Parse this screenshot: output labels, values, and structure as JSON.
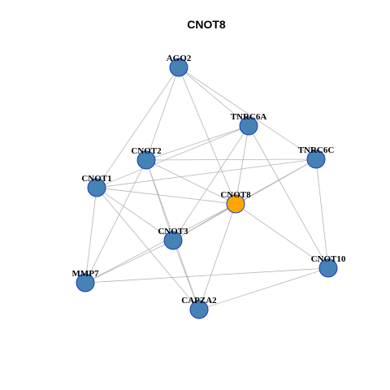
{
  "title": "CNOT8",
  "colors": {
    "node_default": "#4682b4",
    "node_focus": "#ffa500",
    "node_border": "#1a3bbf",
    "edge": "#b4b4b4"
  },
  "nodes": [
    {
      "id": "AGO2",
      "label": "AGO2",
      "focus": false
    },
    {
      "id": "TNRC6A",
      "label": "TNRC6A",
      "focus": false
    },
    {
      "id": "TNRC6C",
      "label": "TNRC6C",
      "focus": false
    },
    {
      "id": "CNOT2",
      "label": "CNOT2",
      "focus": false
    },
    {
      "id": "CNOT1",
      "label": "CNOT1",
      "focus": false
    },
    {
      "id": "CNOT8",
      "label": "CNOT8",
      "focus": true
    },
    {
      "id": "CNOT3",
      "label": "CNOT3",
      "focus": false
    },
    {
      "id": "CNOT10",
      "label": "CNOT10",
      "focus": false
    },
    {
      "id": "MMP7",
      "label": "MMP7",
      "focus": false
    },
    {
      "id": "CAPZA2",
      "label": "CAPZA2",
      "focus": false
    }
  ],
  "edges": [
    [
      "AGO2",
      "TNRC6A"
    ],
    [
      "AGO2",
      "TNRC6C"
    ],
    [
      "AGO2",
      "CNOT2"
    ],
    [
      "AGO2",
      "CNOT1"
    ],
    [
      "AGO2",
      "CNOT8"
    ],
    [
      "TNRC6A",
      "CNOT2"
    ],
    [
      "TNRC6A",
      "CNOT1"
    ],
    [
      "TNRC6A",
      "CNOT8"
    ],
    [
      "TNRC6A",
      "CNOT3"
    ],
    [
      "TNRC6A",
      "CNOT10"
    ],
    [
      "TNRC6C",
      "CNOT2"
    ],
    [
      "TNRC6C",
      "CNOT1"
    ],
    [
      "TNRC6C",
      "CNOT8"
    ],
    [
      "TNRC6C",
      "CNOT3"
    ],
    [
      "TNRC6C",
      "CNOT10"
    ],
    [
      "CNOT2",
      "CNOT8"
    ],
    [
      "CNOT2",
      "CNOT3"
    ],
    [
      "CNOT2",
      "MMP7"
    ],
    [
      "CNOT2",
      "CAPZA2"
    ],
    [
      "CNOT1",
      "CNOT8"
    ],
    [
      "CNOT1",
      "CNOT3"
    ],
    [
      "CNOT1",
      "MMP7"
    ],
    [
      "CNOT1",
      "CAPZA2"
    ],
    [
      "CNOT8",
      "CNOT3"
    ],
    [
      "CNOT8",
      "CNOT10"
    ],
    [
      "CNOT8",
      "MMP7"
    ],
    [
      "CNOT8",
      "CAPZA2"
    ],
    [
      "CNOT3",
      "MMP7"
    ],
    [
      "CNOT3",
      "CAPZA2"
    ],
    [
      "MMP7",
      "CNOT10"
    ],
    [
      "CAPZA2",
      "CNOT10"
    ]
  ]
}
